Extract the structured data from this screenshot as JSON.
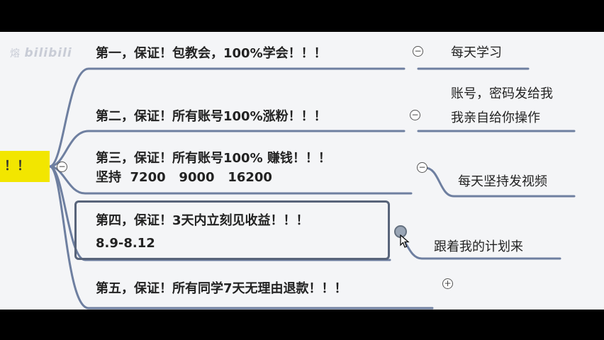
{
  "watermark": {
    "prefix": "熔",
    "brand": "bilibili"
  },
  "root": {
    "label": "！！"
  },
  "branches": [
    {
      "line1": "第一，保证！包教会，100%学会！！！",
      "toggle": "−",
      "note1": "每天学习"
    },
    {
      "line1": "第二，保证！所有账号100%涨粉！！！",
      "toggle": "−",
      "note1": "账号，密码发给我",
      "note2": "我亲自给你操作"
    },
    {
      "line1": "第三，保证！所有账号100% 赚钱！！！",
      "line2": "坚持  7200   9000   16200",
      "toggle": "−",
      "note1": "每天坚持发视频"
    },
    {
      "line1": "第四，保证！3天内立刻见收益！！！",
      "line2": "8.9-8.12",
      "note1": "跟着我的计划来"
    },
    {
      "line1": "第五，保证！所有同学7天无理由退款！！！",
      "toggle": "+"
    }
  ],
  "root_toggle": "−",
  "colors": {
    "accent_line": "#6e7fa0",
    "root_bg": "#f2e600",
    "canvas_bg": "#f4f5f7"
  }
}
